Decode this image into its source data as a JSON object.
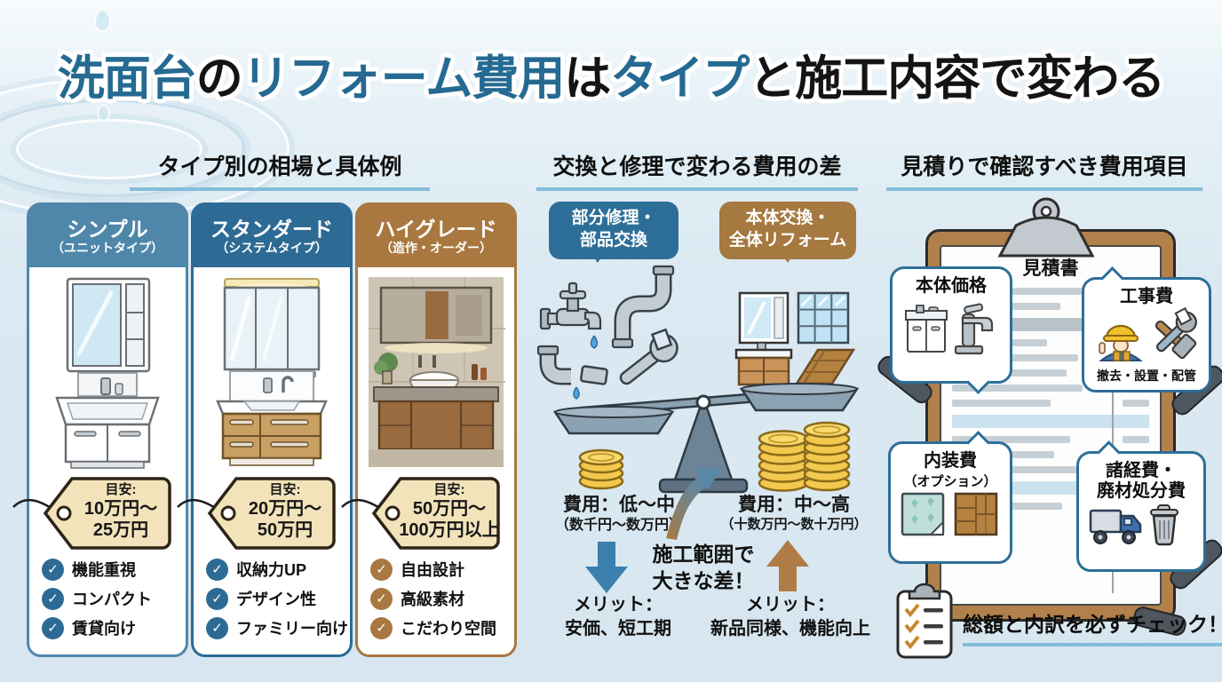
{
  "palette": {
    "background": "#dbe9f2",
    "title_blue": "#256a92",
    "title_black": "#141414",
    "underline_blue": "#85bdd9",
    "card_blue_light": "#4e87aa",
    "card_blue_dark": "#2d6b95",
    "card_brown": "#a87840",
    "tag_cream": "#f2e3bb",
    "coin_gold": "#f2c84e",
    "scale_gray": "#8ba2b3"
  },
  "title": {
    "seg1": "洗面台",
    "seg2": "の",
    "seg3": "リフォーム費用",
    "seg4": "は",
    "seg5": "タイプ",
    "seg6": "と",
    "seg7": "施工内容",
    "seg8": "で変わる"
  },
  "types_section": {
    "heading": "タイプ別の相場と具体例",
    "cards": [
      {
        "name": "シンプル",
        "subtitle": "（ユニットタイプ）",
        "tag_label": "目安:",
        "price_line1": "10万円～",
        "price_line2": "25万円",
        "check_mark": "✓",
        "features": [
          "機能重視",
          "コンパクト",
          "賃貸向け"
        ]
      },
      {
        "name": "スタンダード",
        "subtitle": "（システムタイプ）",
        "tag_label": "目安:",
        "price_line1": "20万円～",
        "price_line2": "50万円",
        "check_mark": "✓",
        "features": [
          "収納力UP",
          "デザイン性",
          "ファミリー向け"
        ]
      },
      {
        "name": "ハイグレード",
        "subtitle": "（造作・オーダー）",
        "tag_label": "目安:",
        "price_line1": "50万円～",
        "price_line2": "100万円以上",
        "check_mark": "✓",
        "features": [
          "自由設計",
          "高級素材",
          "こだわり空間"
        ]
      }
    ]
  },
  "compare_section": {
    "heading": "交換と修理で変わる費用の差",
    "left_bubble_line1": "部分修理・",
    "left_bubble_line2": "部品交換",
    "right_bubble_line1": "本体交換・",
    "right_bubble_line2": "全体リフォーム",
    "left_cost": "費用：低～中",
    "left_cost_range": "（数千円～数万円）",
    "right_cost": "費用：中～高",
    "right_cost_range": "（十数万円～数十万円）",
    "center_note_line1": "施工範囲で",
    "center_note_line2": "大きな差！",
    "left_merit_line1": "メリット：",
    "left_merit_line2": "安価、短工期",
    "right_merit_line1": "メリット：",
    "right_merit_line2": "新品同様、機能向上"
  },
  "estimate_section": {
    "heading": "見積りで確認すべき費用項目",
    "document_title": "見積書",
    "callout_body_price": {
      "title": "本体価格"
    },
    "callout_construction": {
      "title": "工事費",
      "subtitle": "撤去・設置・配管"
    },
    "callout_interior": {
      "title": "内装費",
      "subtitle": "（オプション）"
    },
    "callout_misc": {
      "title_line1": "諸経費・",
      "title_line2": "廃材処分費"
    },
    "footer_note": "総額と内訳を必ずチェック！"
  }
}
